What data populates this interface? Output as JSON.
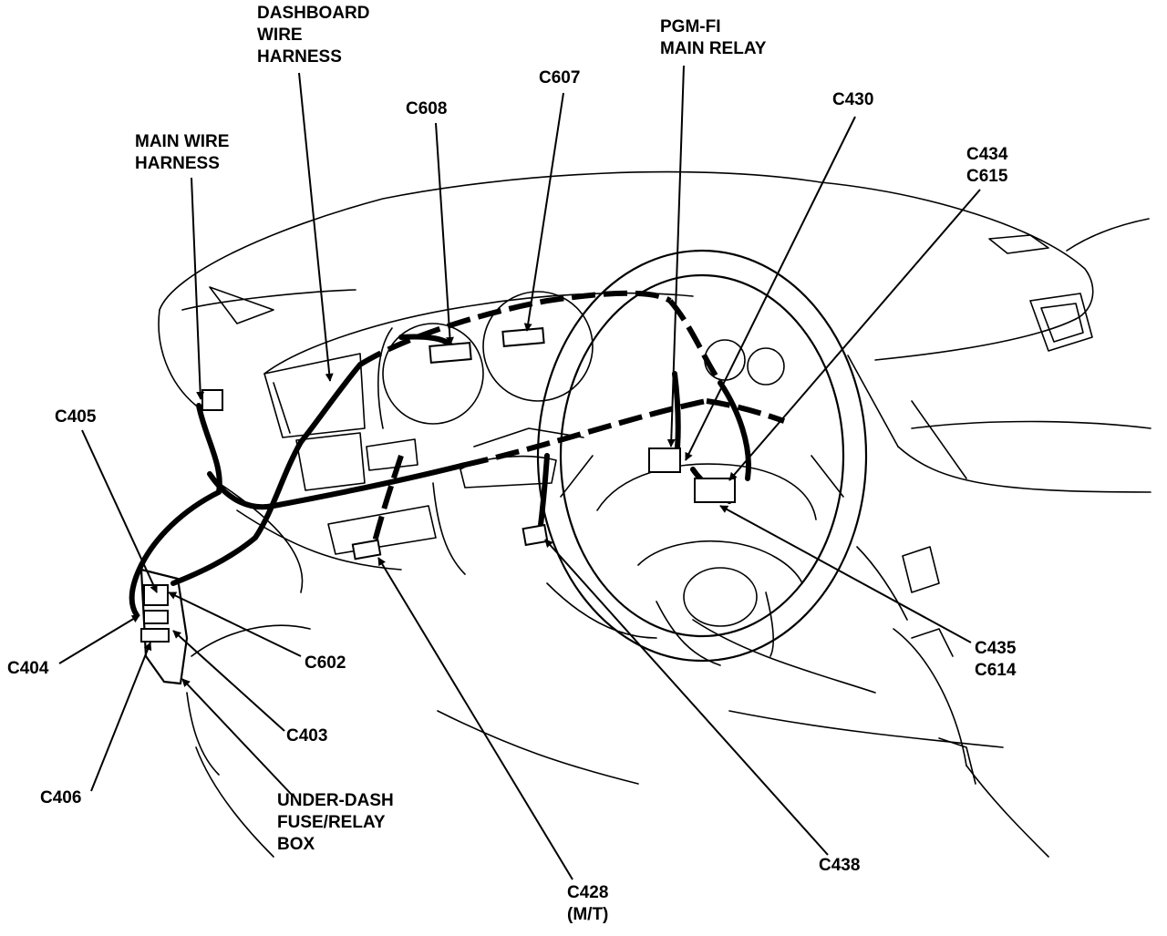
{
  "labels": {
    "dashboard_harness": [
      "DASHBOARD",
      "WIRE",
      "HARNESS"
    ],
    "main_harness": [
      "MAIN WIRE",
      "HARNESS"
    ],
    "pgmfi_relay": [
      "PGM-FI",
      "MAIN RELAY"
    ],
    "c608": "C608",
    "c607": "C607",
    "c430": "C430",
    "c434_c615": [
      "C434",
      "C615"
    ],
    "c405": "C405",
    "c404": "C404",
    "c602": "C602",
    "c403": "C403",
    "c406": "C406",
    "fuse_box": [
      "UNDER-DASH",
      "FUSE/RELAY",
      "BOX"
    ],
    "c428": [
      "C428",
      "(M/T)"
    ],
    "c438": "C438",
    "c435_c614": [
      "C435",
      "C614"
    ]
  }
}
